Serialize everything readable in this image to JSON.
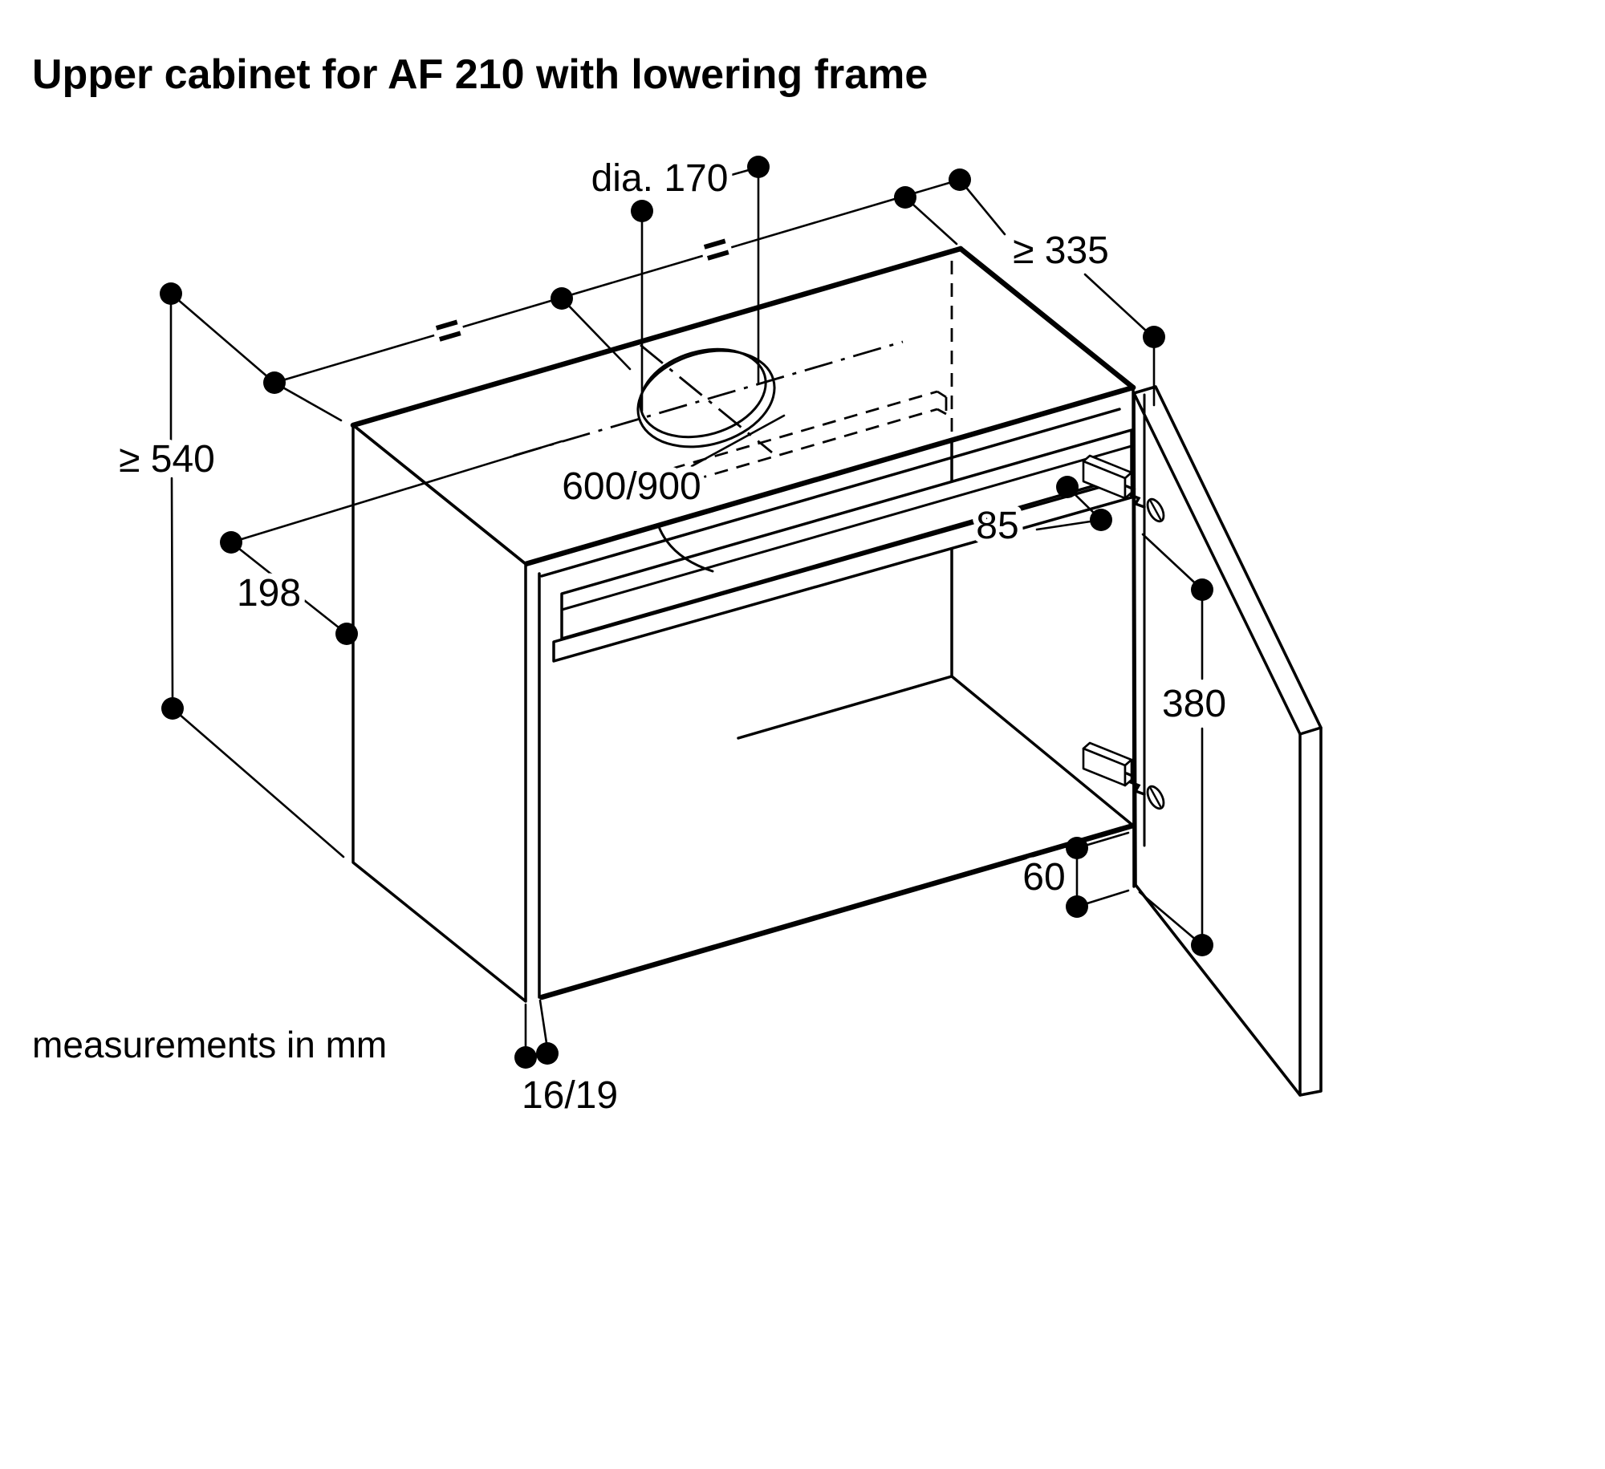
{
  "title": "Upper cabinet for AF 210 with lowering frame",
  "footer": "measurements in mm",
  "labels": {
    "hole_dia": "dia. 170",
    "equal_left": "=",
    "equal_right": "=",
    "min_clearance": "≥ 335",
    "min_height": "≥ 540",
    "back_offset": "198",
    "cabinet_width": "600/900",
    "frame_offset": "85",
    "hinge_span": "380",
    "bottom_offset": "60",
    "panel_thickness": "16/19"
  },
  "colors": {
    "ink": "#000000",
    "paper": "#ffffff"
  }
}
